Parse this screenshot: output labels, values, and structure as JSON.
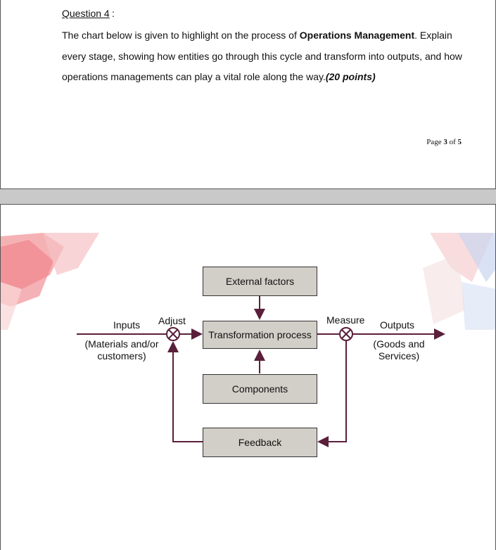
{
  "question": {
    "heading": "Question 4",
    "colon": ":",
    "body_part1": "The chart below is given to highlight on the process of ",
    "body_bold": "Operations Management",
    "body_part2": ". Explain every stage, showing how entities go through this cycle and transform into outputs, and how operations managements can play a vital role along the way.",
    "points": "(20 points)"
  },
  "page_number": {
    "prefix": "Page",
    "current": "3",
    "separator": "of",
    "total": "5"
  },
  "diagram": {
    "external_factors": "External factors",
    "transformation_process": "Transformation process",
    "components": "Components",
    "feedback": "Feedback",
    "inputs": "Inputs",
    "inputs_detail_line1": "(Materials and/or",
    "inputs_detail_line2": "customers)",
    "adjust": "Adjust",
    "measure": "Measure",
    "outputs": "Outputs",
    "outputs_detail_line1": "(Goods and",
    "outputs_detail_line2": "Services)",
    "line_color": "#5a1f3a",
    "box_fill": "#d2cec8"
  }
}
